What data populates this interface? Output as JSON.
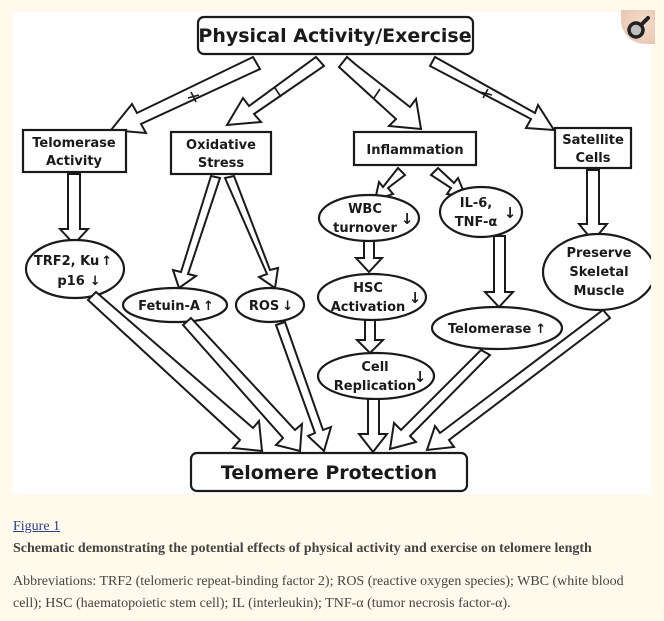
{
  "figure": {
    "link_label": "Figure 1",
    "title": "Schematic demonstrating the potential effects of physical activity and exercise on telomere length",
    "abbreviations": "Abbreviations: TRF2 (telomeric repeat-binding factor 2); ROS (reactive oxygen species); WBC (white blood cell); HSC (haematopoietic stem cell); IL (interleukin); TNF-α (tumor necrosis factor-α).",
    "expand_icon": "magnifier-icon"
  },
  "diagram": {
    "top": "Physical Activity/Exercise",
    "bottom": "Telomere Protection",
    "branch_signs": {
      "telomerase": "+",
      "oxidative": "−",
      "inflammation": "−",
      "satellite": "+"
    },
    "boxes": {
      "telomerase_activity": [
        "Telomerase",
        "Activity"
      ],
      "oxidative_stress": [
        "Oxidative",
        "Stress"
      ],
      "inflammation": [
        "Inflammation"
      ],
      "satellite_cells": [
        "Satellite",
        "Cells"
      ]
    },
    "ellipses": {
      "trf2": {
        "line1": "TRF2, Ku",
        "line1_arrow": "↑",
        "line2": "p16",
        "line2_arrow": "↓"
      },
      "fetuin": {
        "label": "Fetuin-A",
        "arrow": "↑"
      },
      "ros": {
        "label": "ROS",
        "arrow": "↓"
      },
      "wbc": {
        "line1": "WBC",
        "line2": "turnover",
        "arrow": "↓"
      },
      "il6": {
        "line1": "IL-6,",
        "line2": "TNF-α",
        "arrow": "↓"
      },
      "hsc": {
        "line1": "HSC",
        "line2": "Activation",
        "arrow": "↓"
      },
      "cell_rep": {
        "line1": "Cell",
        "line2": "Replication",
        "arrow": "↓"
      },
      "telomerase": {
        "label": "Telomerase",
        "arrow": "↑"
      },
      "skeletal": [
        "Preserve",
        "Skeletal",
        "Muscle"
      ]
    }
  }
}
